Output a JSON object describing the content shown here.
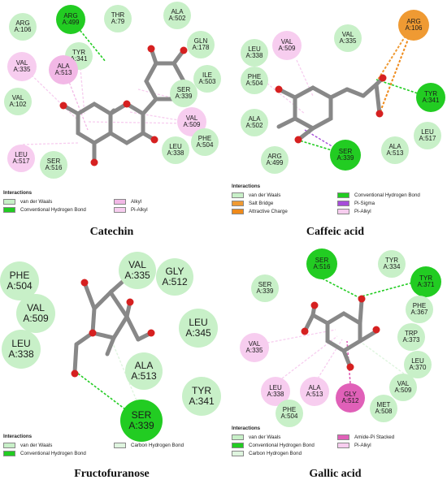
{
  "colors": {
    "vdw": "#c8f0c8",
    "hbond": "#22cc22",
    "alkyl": "#f2b8e6",
    "pialkyl": "#f7cdef",
    "salt": "#ef9a33",
    "charge": "#ef8a1a",
    "pisigma": "#a64dd9",
    "chb": "#dff5df",
    "amidepi": "#e060b8",
    "atom_o": "#d62020",
    "atom_c": "#888888"
  },
  "panels": {
    "catechin": {
      "caption": "Catechin",
      "legend_title": "Interactions",
      "legend": [
        "van der Waals",
        "Conventional Hydrogen Bond",
        "Alkyl",
        "Pi-Alkyl"
      ],
      "residues": [
        {
          "name": "ARG",
          "id": "A:106"
        },
        {
          "name": "ARG",
          "id": "A:499"
        },
        {
          "name": "THR",
          "id": "A:79"
        },
        {
          "name": "ALA",
          "id": "A:502"
        },
        {
          "name": "GLN",
          "id": "A:178"
        },
        {
          "name": "TYR",
          "id": "A:341"
        },
        {
          "name": "VAL",
          "id": "A:335"
        },
        {
          "name": "ALA",
          "id": "A:513"
        },
        {
          "name": "ILE",
          "id": "A:503"
        },
        {
          "name": "VAL",
          "id": "A:102"
        },
        {
          "name": "SER",
          "id": "A:339"
        },
        {
          "name": "VAL",
          "id": "A:509"
        },
        {
          "name": "PHE",
          "id": "A:504"
        },
        {
          "name": "LEU",
          "id": "A:338"
        },
        {
          "name": "LEU",
          "id": "A:517"
        },
        {
          "name": "SER",
          "id": "A:516"
        }
      ]
    },
    "caffeic": {
      "caption": "Caffeic acid",
      "legend_title": "Interactions",
      "legend": [
        "van der Waals",
        "Salt Bridge",
        "Attractive Charge",
        "Conventional Hydrogen Bond",
        "Pi-Sigma",
        "Pi-Alkyl"
      ],
      "residues": [
        {
          "name": "ARG",
          "id": "A:106"
        },
        {
          "name": "VAL",
          "id": "A:509"
        },
        {
          "name": "VAL",
          "id": "A:335"
        },
        {
          "name": "LEU",
          "id": "A:338"
        },
        {
          "name": "PHE",
          "id": "A:504"
        },
        {
          "name": "TYR",
          "id": "A:341"
        },
        {
          "name": "ALA",
          "id": "A:502"
        },
        {
          "name": "LEU",
          "id": "A:517"
        },
        {
          "name": "SER",
          "id": "A:339"
        },
        {
          "name": "ARG",
          "id": "A:499"
        },
        {
          "name": "ALA",
          "id": "A:513"
        }
      ]
    },
    "fructo": {
      "caption": "Fructofuranose",
      "legend_title": "Interactions",
      "legend": [
        "van der Waals",
        "Conventional Hydrogen Bond",
        "Carbon Hydrogen Bond"
      ],
      "residues": [
        {
          "name": "VAL",
          "id": "A:335"
        },
        {
          "name": "GLY",
          "id": "A:512"
        },
        {
          "name": "PHE",
          "id": "A:504"
        },
        {
          "name": "VAL",
          "id": "A:509"
        },
        {
          "name": "LEU",
          "id": "A:345"
        },
        {
          "name": "LEU",
          "id": "A:338"
        },
        {
          "name": "ALA",
          "id": "A:513"
        },
        {
          "name": "TYR",
          "id": "A:341"
        },
        {
          "name": "SER",
          "id": "A:339"
        }
      ]
    },
    "gallic": {
      "caption": "Gallic acid",
      "legend_title": "Interactions",
      "legend": [
        "van der Waals",
        "Conventional Hydrogen Bond",
        "Carbon Hydrogen Bond",
        "Amide-Pi Stacked",
        "Pi-Alkyl"
      ],
      "residues": [
        {
          "name": "SER",
          "id": "A:516"
        },
        {
          "name": "TYR",
          "id": "A:334"
        },
        {
          "name": "TYR",
          "id": "A:371"
        },
        {
          "name": "SER",
          "id": "A:339"
        },
        {
          "name": "PHE",
          "id": "A:367"
        },
        {
          "name": "TRP",
          "id": "A:373"
        },
        {
          "name": "VAL",
          "id": "A:335"
        },
        {
          "name": "LEU",
          "id": "A:370"
        },
        {
          "name": "VAL",
          "id": "A:509"
        },
        {
          "name": "LEU",
          "id": "A:338"
        },
        {
          "name": "ALA",
          "id": "A:513"
        },
        {
          "name": "GLY",
          "id": "A:512"
        },
        {
          "name": "MET",
          "id": "A:508"
        },
        {
          "name": "PHE",
          "id": "A:504"
        }
      ]
    }
  }
}
